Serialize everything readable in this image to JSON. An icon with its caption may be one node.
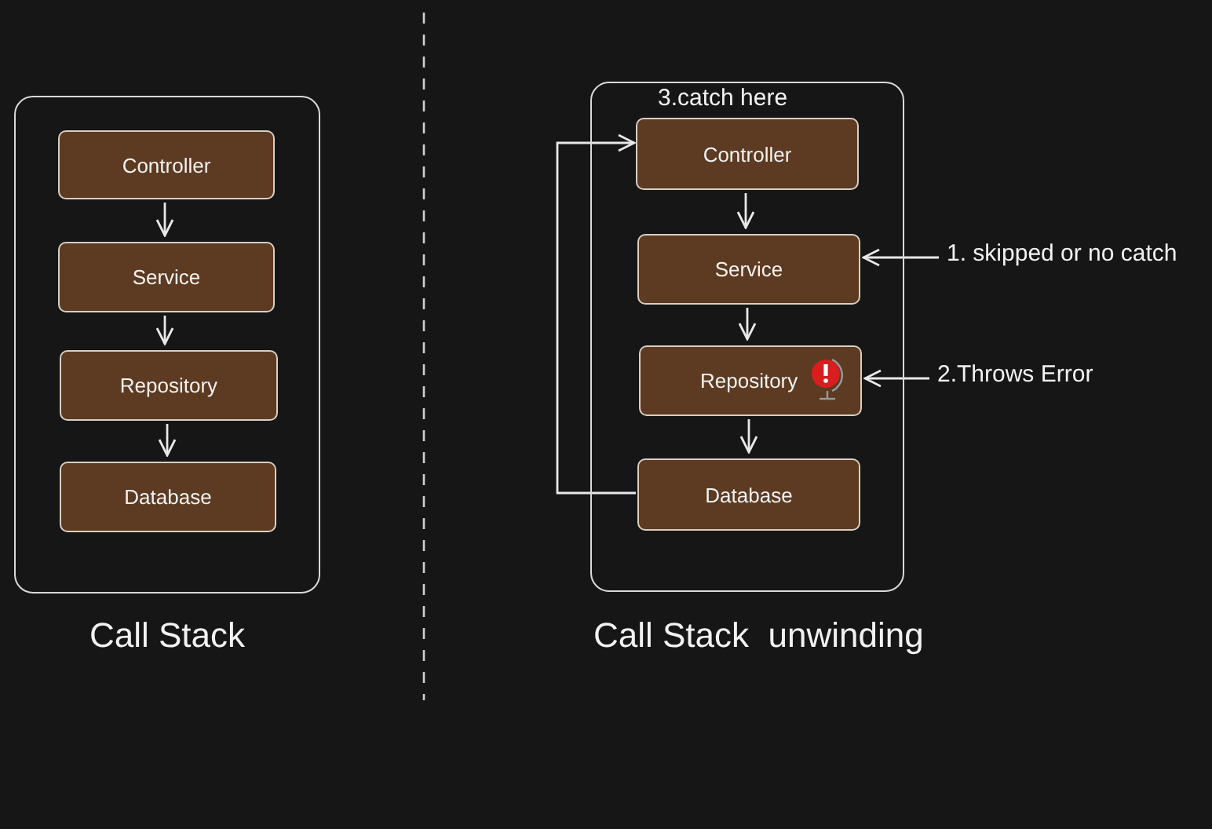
{
  "diagram": {
    "nodes": [
      {
        "text": [],
        "shape": "box",
        "beside": [
          "Call Stack"
        ]
      },
      {
        "text": [
          "Controller"
        ],
        "in": 0
      },
      {
        "text": [
          "Service"
        ],
        "in": 0
      },
      {
        "text": [
          "Repository"
        ],
        "in": 0
      },
      {
        "text": [
          "Database"
        ],
        "in": 0
      },
      {
        "text": [
          "3.catch here"
        ],
        "beside": [
          "Call Stack  unwinding"
        ]
      },
      {
        "text": [
          "Controller"
        ],
        "in": 5
      },
      {
        "text": [
          "Service"
        ],
        "in": 5
      },
      {
        "text": [
          "Repository"
        ],
        "in": 5
      },
      {
        "text": [
          "Database"
        ],
        "in": 5
      },
      {
        "text": [
          "1. skipped or no catch"
        ]
      },
      {
        "text": [
          "2.Throws Error"
        ]
      }
    ],
    "edges": [
      {
        "from": 1,
        "to": 2,
        "arrow": "to"
      },
      {
        "from": 2,
        "to": 3,
        "arrow": "to"
      },
      {
        "from": 3,
        "to": 4,
        "arrow": "to"
      },
      {
        "from": 6,
        "to": 7,
        "arrow": "to"
      },
      {
        "from": 7,
        "to": 8,
        "arrow": "to"
      },
      {
        "from": 8,
        "to": 9,
        "arrow": "to"
      },
      {
        "from": 9,
        "to": 6,
        "arrow": "to"
      },
      {
        "from": 10,
        "to": 7,
        "arrow": "to"
      },
      {
        "from": 11,
        "to": 8,
        "arrow": "to"
      }
    ]
  }
}
